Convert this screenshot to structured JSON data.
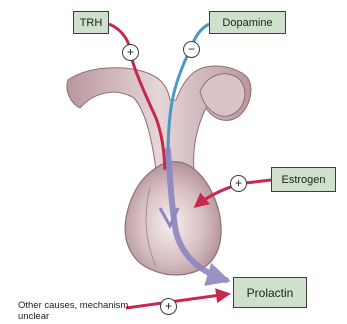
{
  "labels": {
    "trh": "TRH",
    "dopamine": "Dopamine",
    "estrogen": "Estrogen",
    "prolactin": "Prolactin",
    "other_causes": "Other causes, mechanism unclear"
  },
  "signs": {
    "trh": "+",
    "dopamine": "−",
    "estrogen": "+",
    "other": "+"
  },
  "colors": {
    "box_fill": "#cfe1cc",
    "stimulatory_arrow": "#c8294a",
    "inhibitory_line": "#4a98c8",
    "secretion_arrow": "#8d86c0",
    "gland": "#c7a7ad"
  }
}
